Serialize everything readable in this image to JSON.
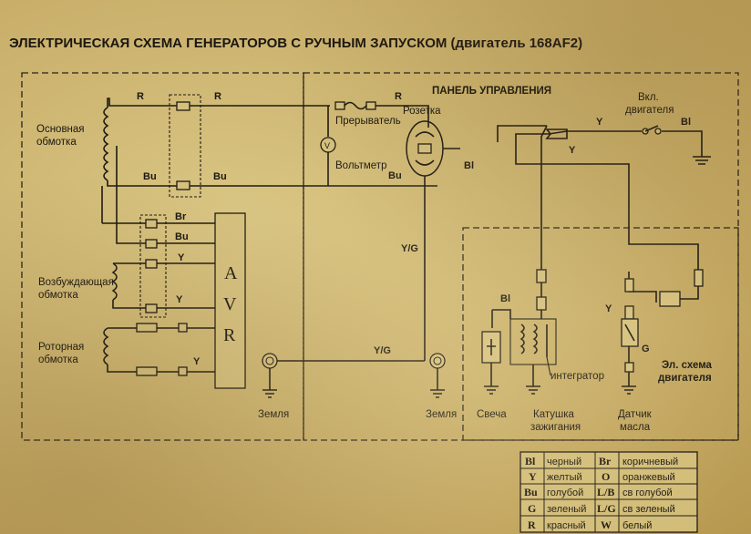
{
  "title": "ЭЛЕКТРИЧЕСКАЯ СХЕМА ГЕНЕРАТОРОВ С РУЧНЫМ ЗАПУСКОМ (двигатель 168AF2)",
  "sections": {
    "control_panel": "ПАНЕЛЬ УПРАВЛЕНИЯ",
    "engine_scheme_line1": "Эл. схема",
    "engine_scheme_line2": "двигателя"
  },
  "components": {
    "main_winding_1": "Основная",
    "main_winding_2": "обмотка",
    "excitation_winding_1": "Возбуждающая",
    "excitation_winding_2": "обмотка",
    "rotor_winding_1": "Роторная",
    "rotor_winding_2": "обмотка",
    "breaker": "Прерыватель",
    "voltmeter": "Вольтметр",
    "voltmeter_symbol": "V",
    "socket": "Розетка",
    "engine_switch_1": "Вкл.",
    "engine_switch_2": "двигателя",
    "ground_1": "Земля",
    "ground_2": "Земля",
    "spark_plug": "Свеча",
    "ignition_coil_1": "Катушка",
    "ignition_coil_2": "зажигания",
    "integrator": "интегратор",
    "oil_sensor_1": "Датчик",
    "oil_sensor_2": "масла",
    "avr_a": "A",
    "avr_v": "V",
    "avr_r": "R"
  },
  "wire_labels": {
    "r1": "R",
    "r2": "R",
    "r3": "R",
    "bu1": "Bu",
    "bu2": "Bu",
    "bu3": "Bu",
    "bu4": "Bu",
    "br": "Br",
    "y1": "Y",
    "y2": "Y",
    "y3": "Y",
    "y4": "Y",
    "y5": "Y",
    "y6": "Y",
    "bl1": "Bl",
    "bl2": "Bl",
    "bl3": "Bl",
    "yg1": "Y/G",
    "yg2": "Y/G",
    "g1": "G"
  },
  "legend": [
    {
      "code1": "Bl",
      "name1": "черный",
      "code2": "Br",
      "name2": "коричневый"
    },
    {
      "code1": "Y",
      "name1": "желтый",
      "code2": "O",
      "name2": "оранжевый"
    },
    {
      "code1": "Bu",
      "name1": "голубой",
      "code2": "L/B",
      "name2": "св голубой"
    },
    {
      "code1": "G",
      "name1": "зеленый",
      "code2": "L/G",
      "name2": "св зеленый"
    },
    {
      "code1": "R",
      "name1": "красный",
      "code2": "W",
      "name2": "белый"
    }
  ]
}
